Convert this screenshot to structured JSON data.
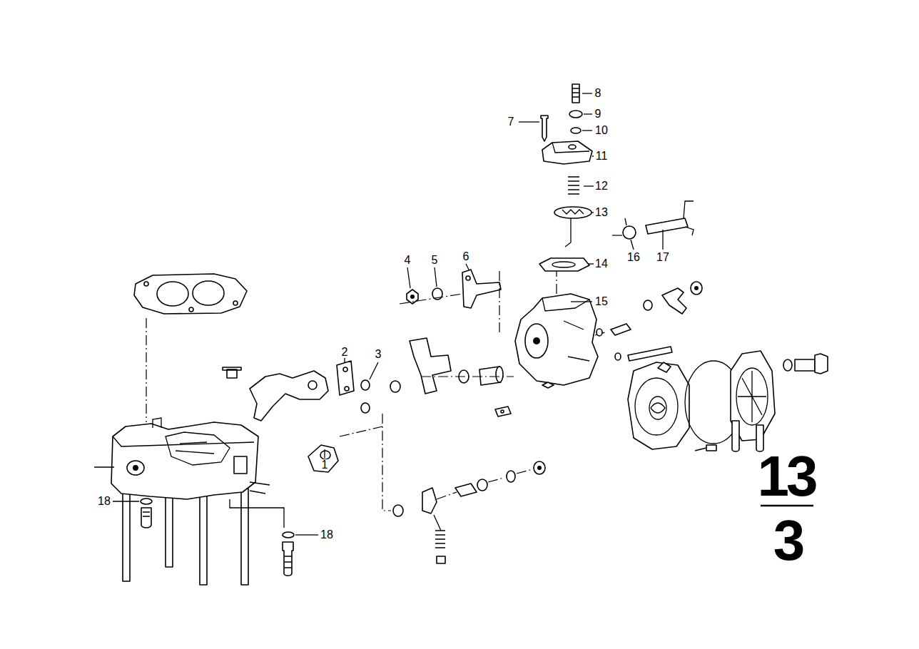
{
  "diagram": {
    "labels": [
      "8",
      "7",
      "9",
      "10",
      "11",
      "12",
      "13",
      "6",
      "16",
      "17",
      "4",
      "5",
      "14",
      "15",
      "2",
      "3",
      "1",
      "18",
      "18",
      "13",
      "3"
    ]
  }
}
